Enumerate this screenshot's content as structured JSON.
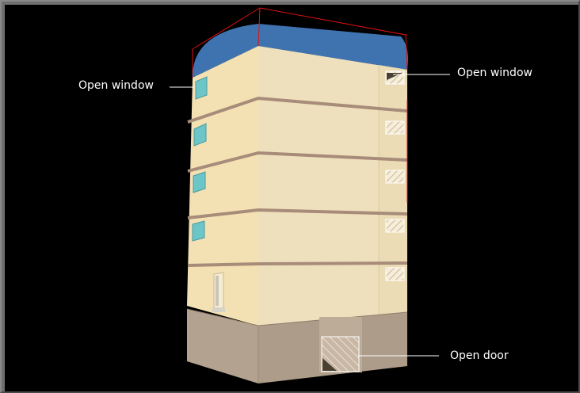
{
  "viewport": {
    "background": "#000000",
    "annotations": {
      "open_window_left": "Open window",
      "open_window_right": "Open window",
      "open_door": "Open door"
    }
  },
  "building": {
    "floors": 5,
    "wall_color": "#f2dfb7",
    "wall_shade": "#efe2c0",
    "base_color": "#b3a28f",
    "roof_color": "#3f73b0",
    "trim_color": "#a88c7a",
    "window_glass": "#6cc6c8",
    "selection_box_color": "#e01010",
    "open_markers": [
      {
        "type": "window",
        "floor": 5,
        "side": "left",
        "state": "open"
      },
      {
        "type": "window",
        "floor": 5,
        "side": "right",
        "state": "open"
      },
      {
        "type": "door",
        "floor": 0,
        "side": "right",
        "state": "open"
      }
    ]
  }
}
